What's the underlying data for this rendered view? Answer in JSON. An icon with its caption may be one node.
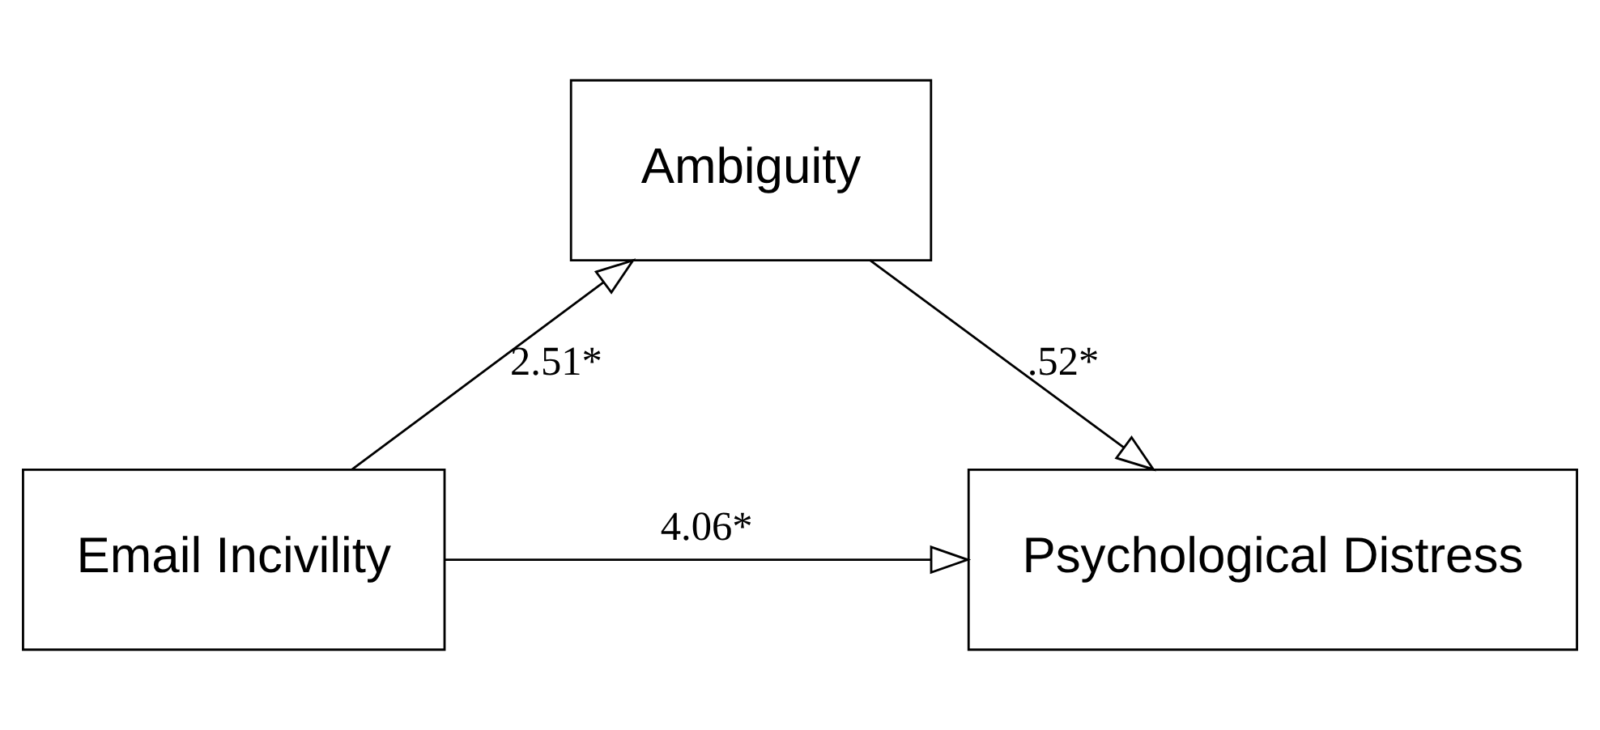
{
  "diagram": {
    "nodes": [
      {
        "text": [
          "Ambiguity"
        ]
      },
      {
        "text": [
          "Email Incivility"
        ]
      },
      {
        "text": [
          "Psychological Distress"
        ]
      }
    ],
    "edges": [
      {
        "from": 1,
        "to": 0,
        "arrow": "to",
        "label": "2.51*"
      },
      {
        "from": 0,
        "to": 2,
        "arrow": "to",
        "label": ".52*"
      },
      {
        "from": 1,
        "to": 2,
        "arrow": "to",
        "label": "4.06*"
      }
    ]
  }
}
